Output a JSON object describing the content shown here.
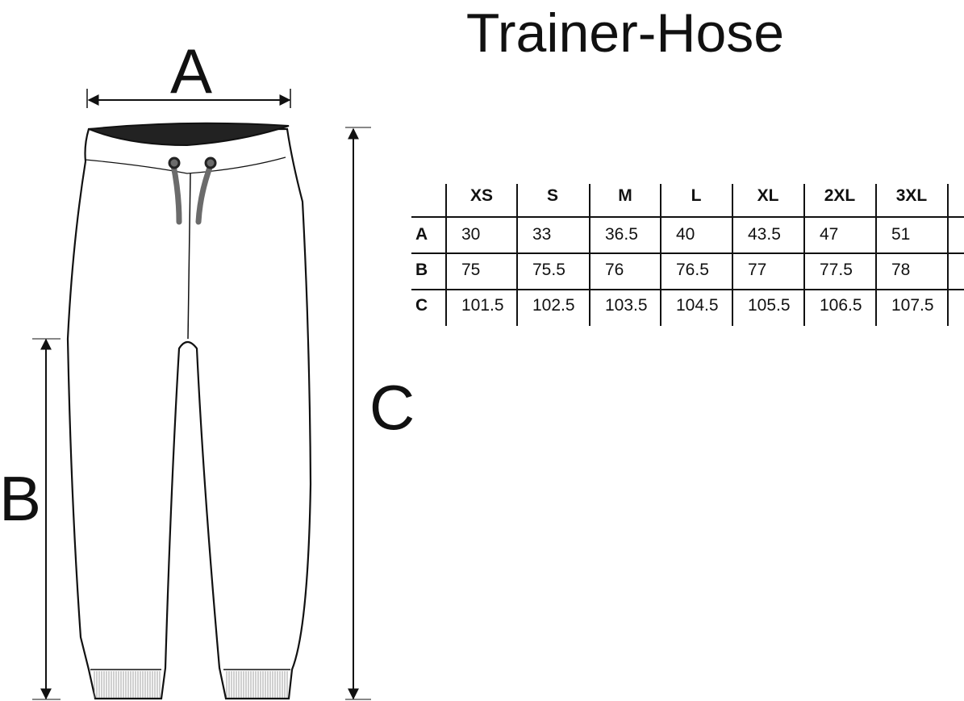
{
  "title": "Trainer-Hose",
  "dimension_labels": {
    "a": "A",
    "b": "B",
    "c": "C"
  },
  "size_table": {
    "sizes": [
      "XS",
      "S",
      "M",
      "L",
      "XL",
      "2XL",
      "3XL"
    ],
    "rows": [
      {
        "label": "A",
        "values": [
          "30",
          "33",
          "36.5",
          "40",
          "43.5",
          "47",
          "51"
        ]
      },
      {
        "label": "B",
        "values": [
          "75",
          "75.5",
          "76",
          "76.5",
          "77",
          "77.5",
          "78"
        ]
      },
      {
        "label": "C",
        "values": [
          "101.5",
          "102.5",
          "103.5",
          "104.5",
          "105.5",
          "106.5",
          "107.5"
        ]
      }
    ]
  },
  "colors": {
    "line": "#111111",
    "waistband": "#222222",
    "drawstring": "#6b6b6b"
  }
}
